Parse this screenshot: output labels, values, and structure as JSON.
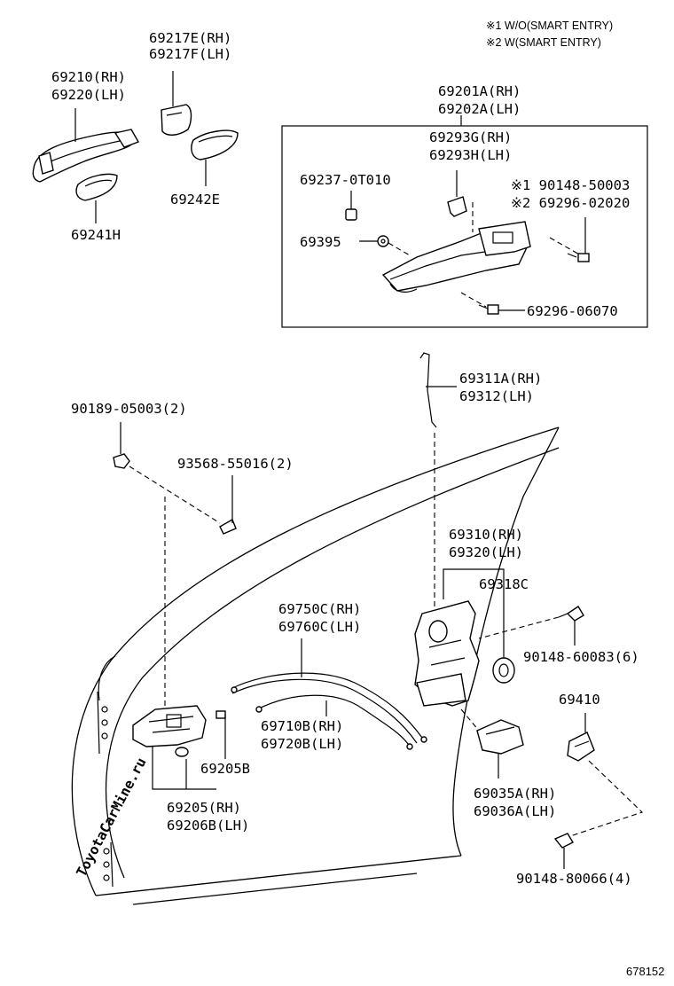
{
  "notes": {
    "note1": "※1 W/O(SMART ENTRY)",
    "note2": "※2 W(SMART ENTRY)"
  },
  "watermark": "ToyotaCarMine.ru",
  "reference_number": "678152",
  "labels": {
    "p69217E": "69217E(RH)",
    "p69217F": "69217F(LH)",
    "p69210": "69210(RH)",
    "p69220": "69220(LH)",
    "p69242E": "69242E",
    "p69241H": "69241H",
    "p69201A": "69201A(RH)",
    "p69202A": "69202A(LH)",
    "p69293G": "69293G(RH)",
    "p69293H": "69293H(LH)",
    "p69237": "69237-0T010",
    "p90148_50003": "※1 90148-50003",
    "p69296_02020": "※2 69296-02020",
    "p69395": "69395",
    "p69296_06070": "69296-06070",
    "p69311A": "69311A(RH)",
    "p69312": "69312(LH)",
    "p90189": "90189-05003(2)",
    "p93568": "93568-55016(2)",
    "p69310": "69310(RH)",
    "p69320": "69320(LH)",
    "p69318C": "69318C",
    "p69750C": "69750C(RH)",
    "p69760C": "69760C(LH)",
    "p90148_60083": "90148-60083(6)",
    "p69410": "69410",
    "p69710B": "69710B(RH)",
    "p69720B": "69720B(LH)",
    "p69205B": "69205B",
    "p69035A": "69035A(RH)",
    "p69036A": "69036A(LH)",
    "p69205": "69205(RH)",
    "p69206B": "69206B(LH)",
    "p90148_80066": "90148-80066(4)"
  }
}
